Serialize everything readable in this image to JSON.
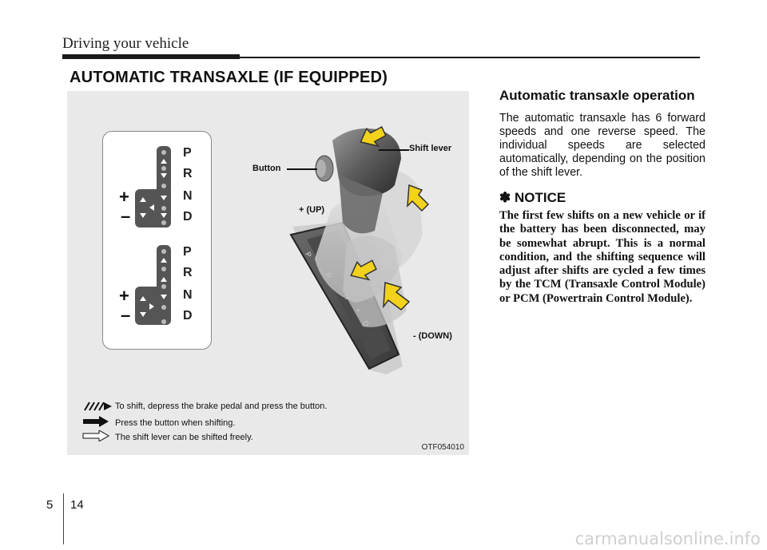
{
  "header": {
    "title": "Driving your vehicle"
  },
  "section_title": "AUTOMATIC TRANSAXLE (IF EQUIPPED)",
  "figure": {
    "gears_top": [
      "P",
      "R",
      "N",
      "D"
    ],
    "gears_bottom": [
      "P",
      "R",
      "N",
      "D"
    ],
    "plus": "+",
    "minus": "–",
    "callouts": {
      "shift_lever": "Shift lever",
      "button": "Button",
      "up": "+ (UP)",
      "down": "- (DOWN)"
    },
    "legend": {
      "hatched": "To shift, depress the brake pedal and press the button.",
      "solid": "Press the button when shifting.",
      "outline": "The shift lever can be shifted freely."
    },
    "code": "OTF054010",
    "console_gears": [
      "P",
      "R",
      "N",
      "+",
      "D",
      "–"
    ]
  },
  "operation": {
    "title": "Automatic transaxle operation",
    "body": "The automatic transaxle has 6 forward speeds and one reverse speed. The individual speeds are selected automatically, depending on the position of the shift lever."
  },
  "notice": {
    "title": "✽ NOTICE",
    "body": "The first few shifts on a new vehicle or if the battery has been disconnected, may be somewhat abrupt. This is a normal condition, and the shifting sequence will adjust after shifts are cycled a few times by the TCM (Transaxle Control Module) or PCM (Powertrain Control Module)."
  },
  "page": {
    "section": "5",
    "number": "14"
  },
  "watermark": "carmanualsonline.info",
  "colors": {
    "figure_bg": "#e9e9e9",
    "gate": "#555555",
    "arrow_yellow": "#f2d21c"
  }
}
